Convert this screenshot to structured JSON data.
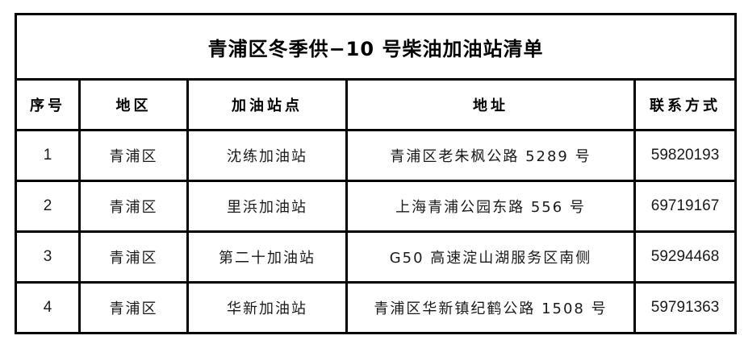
{
  "document": {
    "title": "青浦区冬季供−10 号柴油加油站清单"
  },
  "table": {
    "headers": {
      "seq": "序号",
      "area": "地区",
      "station": "加油站点",
      "address": "地址",
      "contact": "联系方式"
    },
    "rows": [
      {
        "seq": "1",
        "area": "青浦区",
        "station": "沈练加油站",
        "address": "青浦区老朱枫公路 5289 号",
        "contact": "59820193"
      },
      {
        "seq": "2",
        "area": "青浦区",
        "station": "里浜加油站",
        "address": "上海青浦公园东路 556 号",
        "contact": "69719167"
      },
      {
        "seq": "3",
        "area": "青浦区",
        "station": "第二十加油站",
        "address": "G50 高速淀山湖服务区南侧",
        "contact": "59294468"
      },
      {
        "seq": "4",
        "area": "青浦区",
        "station": "华新加油站",
        "address": "青浦区华新镇纪鹤公路 1508 号",
        "contact": "59791363"
      }
    ]
  },
  "colors": {
    "border": "#000000",
    "text": "#000000",
    "background": "#ffffff"
  }
}
